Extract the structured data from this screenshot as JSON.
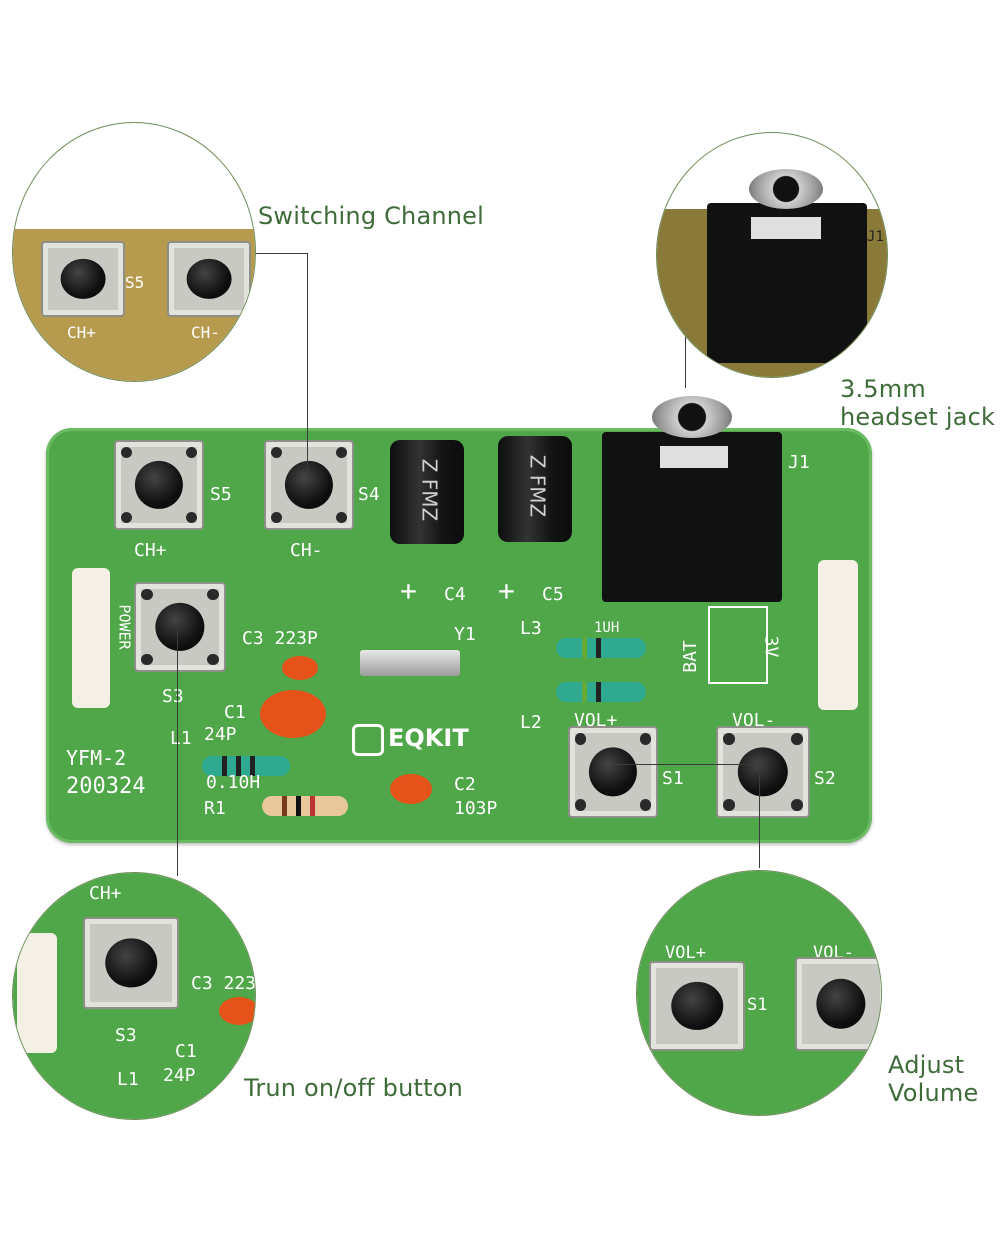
{
  "callouts": {
    "switching_channel": "Switching Channel",
    "headset_jack_line1": "3.5mm",
    "headset_jack_line2": "headset jack",
    "power_button": "Trun on/off button",
    "volume_line1": "Adjust",
    "volume_line2": "Volume"
  },
  "board": {
    "brand": "EQKIT",
    "model": "YFM-2",
    "date_code": "200324",
    "power_label": "POWER",
    "battery_label": "BAT",
    "voltage": "3V",
    "buttons": {
      "s5": {
        "ref": "S5",
        "label": "CH+"
      },
      "s4": {
        "ref": "S4",
        "label": "CH-"
      },
      "s3": {
        "ref": "S3"
      },
      "s1": {
        "ref": "S1",
        "label": "VOL+"
      },
      "s2": {
        "ref": "S2",
        "label": "VOL-"
      }
    },
    "components": {
      "c3": "C3 223P",
      "c1": "C1",
      "c1_val": "24P",
      "l1": "L1",
      "l1_val": "0.10H",
      "r1": "R1",
      "c2": "C2",
      "c2_val": "103P",
      "y1": "Y1",
      "l3": "L3",
      "l3_val": "1UH",
      "l2": "L2",
      "c4": "C4",
      "c5": "C5",
      "j1": "J1",
      "cap_marking": "Z FMZ",
      "plus": "+"
    }
  },
  "colors": {
    "pcb": "#4fa74a",
    "callout_text": "#3f6b3a"
  }
}
